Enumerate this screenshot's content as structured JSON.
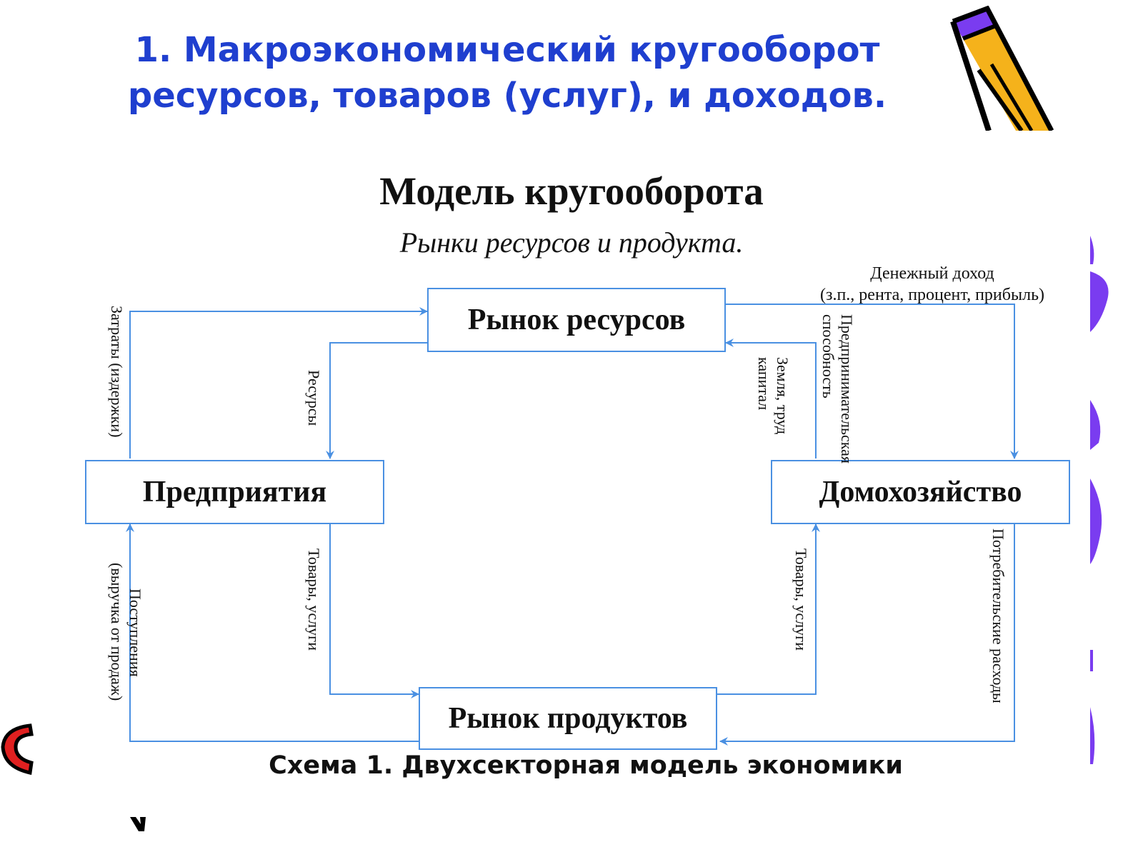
{
  "slide": {
    "title_line1": "1. Макроэкономический кругооборот",
    "title_line2": "ресурсов, товаров (услуг), и доходов."
  },
  "diagram": {
    "title": "Модель кругооборота",
    "subtitle": "Рынки ресурсов и продукта.",
    "nodes": {
      "resource_market": "Рынок ресурсов",
      "enterprises": "Предприятия",
      "households": "Домохозяйство",
      "product_market": "Рынок продуктов"
    },
    "edge_labels": {
      "costs": "Затраты (издержки)",
      "resources": "Ресурсы",
      "money_income_line1": "Денежный доход",
      "money_income_line2": "(з.п., рента, процент, прибыль)",
      "entrepreneurship_line1": "Предпринимательская",
      "entrepreneurship_line2": "способность",
      "land_line1": "Земля, труд",
      "land_line2": "капитал",
      "receipts_line1": "Поступления",
      "receipts_line2": "(выручка от продаж)",
      "goods_services_left": "Товары, услуги",
      "goods_services_right": "Товары, услуги",
      "consumer_spending": "Потребительские расходы"
    }
  },
  "caption": "Схема 1. Двухсекторная модель экономики",
  "colors": {
    "title": "#1f3fcf",
    "connector": "#4a90e2",
    "pencil_yellow": "#f5b21b",
    "accent_purple": "#7a3cf0",
    "accent_red": "#e02020"
  },
  "icons": [
    "pencil-icon"
  ]
}
